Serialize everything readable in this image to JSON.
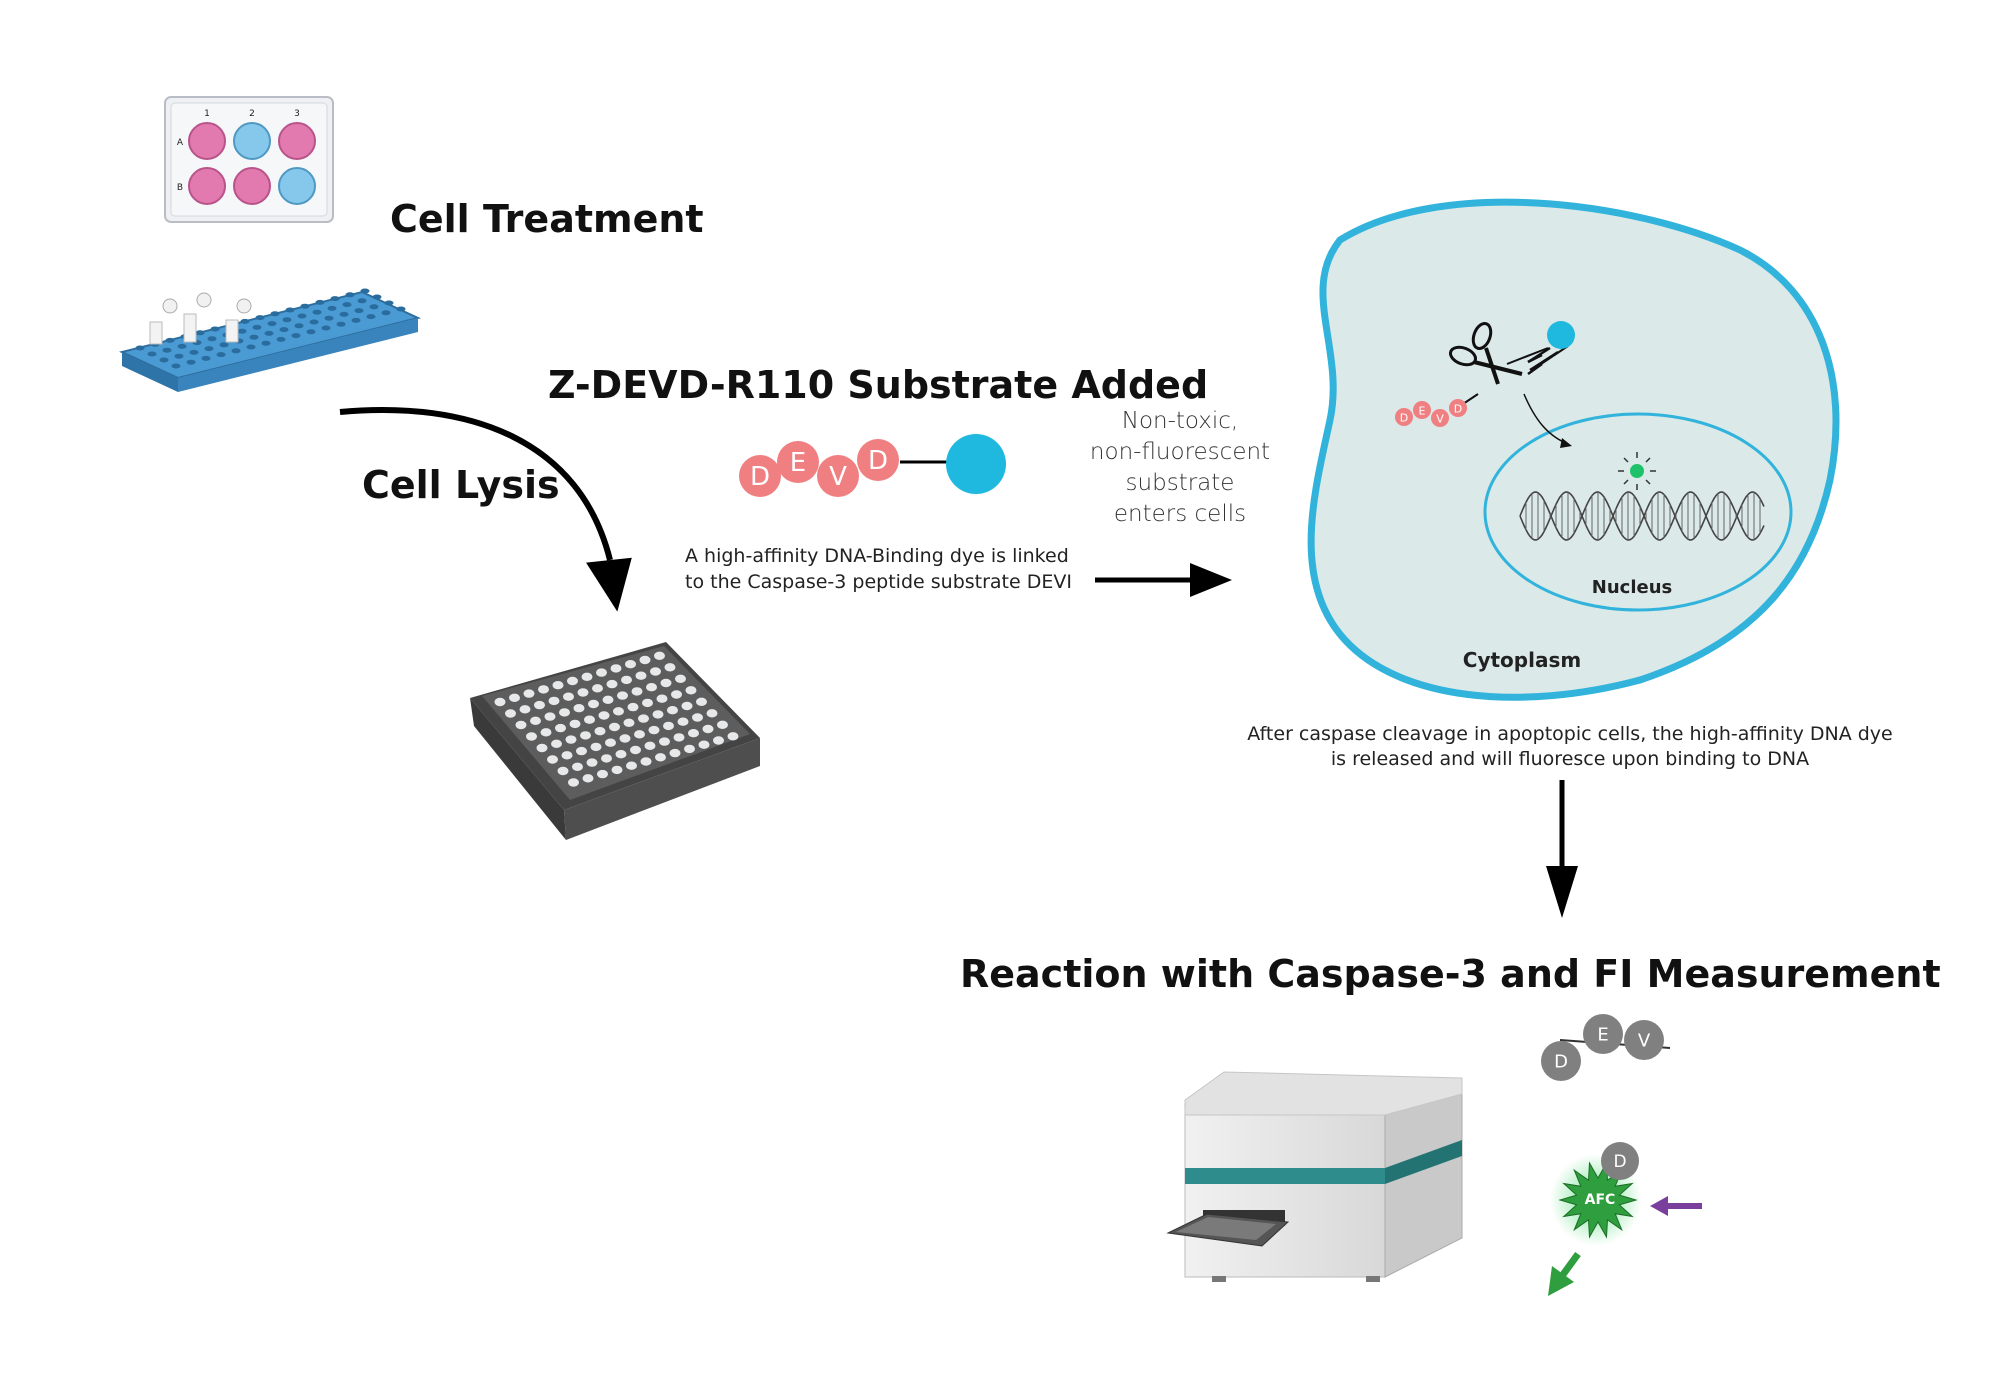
{
  "titles": {
    "cell_treatment": "Cell Treatment",
    "substrate_added": "Z-DEVD-R110 Substrate Added",
    "cell_lysis": "Cell Lysis",
    "reaction": "Reaction with Caspase-3 and FI Measurement"
  },
  "captions": {
    "dye_line1": "A high-affinity DNA-Binding dye is linked",
    "dye_line2": "to the Caspase-3 peptide substrate DEVI",
    "enters_line1": "Non-toxic,",
    "enters_line2": "non-fluorescent",
    "enters_line3": "substrate",
    "enters_line4": "enters cells",
    "after_line1": "After caspase cleavage in apoptopic cells, the high-affinity DNA dye",
    "after_line2": "is released and will fluoresce upon binding to DNA"
  },
  "cell_labels": {
    "nucleus": "Nucleus",
    "cytoplasm": "Cytoplasm"
  },
  "well_plate": {
    "col_labels": [
      "1",
      "2",
      "3"
    ],
    "row_labels": [
      "A",
      "B"
    ]
  },
  "peptide": {
    "beads": [
      "D",
      "E",
      "V",
      "D"
    ],
    "cleaved_small": [
      "D",
      "E",
      "V",
      "D"
    ],
    "free_beads": [
      "D",
      "E",
      "V"
    ],
    "last_bead": "D",
    "fluor_label": "AFC"
  },
  "colors": {
    "bead_red": "#f07f82",
    "dye_blue": "#1fb8de",
    "cell_border": "#31b3dc",
    "cell_fill": "#dbe9e8",
    "tube_rack": "#3d8cc6",
    "plate_dark": "#585858",
    "grey_bead": "#808080",
    "afc_green": "#2f9e3e",
    "purple_arrow": "#7a3f9d"
  }
}
